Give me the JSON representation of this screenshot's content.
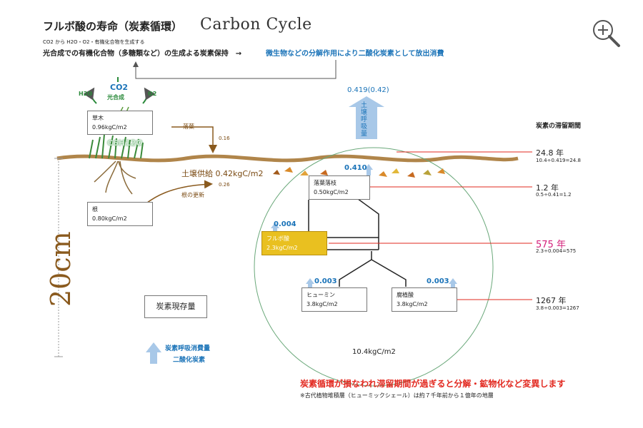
{
  "header": {
    "title": "フルボ酸の寿命（炭素循環）",
    "title_en": "Carbon Cycle",
    "line1": "CO2 から H2O・O2・有機化合物を生成する",
    "line2": "光合成での有機化合物（多糖類など）の生成よる炭素保持　→",
    "line2_blue": "微生物などの分解作用により二酸化炭素として放出消費"
  },
  "plant": {
    "co2": "CO2",
    "photosynthesis": "光合成",
    "h2o": "H2O",
    "o2": "O2",
    "sugar": "C6H12O",
    "grass_label": "草木",
    "grass_value": "0.96kgC/m2",
    "root_label": "根",
    "root_value": "0.80kgC/m2"
  },
  "flows": {
    "litterfall": "落葉",
    "litterfall_value": "0.16",
    "soil_supply": "土壌供給 0.42kgC/m2",
    "root_renewal": "根の更新",
    "root_renewal_value": "0.26",
    "soil_respiration_value": "0.419(0.42)",
    "soil_respiration_label": "土壌呼吸量",
    "litter_out": "0.410",
    "fulvic_out": "0.004",
    "humin_out": "0.003",
    "humic_out": "0.003"
  },
  "pools": {
    "litter_label": "落葉落枝",
    "litter_value": "0.50kgC/m2",
    "fulvic_label": "フルボ酸",
    "fulvic_value": "2.3kgC/m2",
    "humin_label": "ヒューミン",
    "humin_value": "3.8kgC/m2",
    "humic_label": "腐植酸",
    "humic_value": "3.8kgC/m2",
    "total": "10.4kgC/m2"
  },
  "residence": {
    "heading": "炭素の滞留期間",
    "rows": [
      {
        "years": "24.8 年",
        "calc": "10.4÷0.419=24.8"
      },
      {
        "years": "1.2 年",
        "calc": "0.5÷0.41=1.2"
      },
      {
        "years": "575 年",
        "calc": "2.3÷0.004=575"
      },
      {
        "years": "1267 年",
        "calc": "3.8÷0.003=1267"
      }
    ]
  },
  "legend": {
    "stock": "炭素現存量",
    "arrow_label1": "炭素呼吸消費量",
    "arrow_label2": "二酸化炭素"
  },
  "depth": "20cm",
  "footer": {
    "warning": "炭素循環が損なわれ滞留期間が過ぎると分解・鉱物化など変異します",
    "note": "※古代植物堆積層（ヒューミックシェール）は約７千年前から１億年の地層"
  },
  "colors": {
    "blue_text": "#1a73b8",
    "green_text": "#2a8a3a",
    "brown_soil": "#a77a3a",
    "red_lines": "#e2281f",
    "pink": "#d4207a",
    "arrow_blue": "#a8c8e8",
    "fulvic_fill": "#e9c020"
  },
  "icons": [
    "zoom-in-icon",
    "up-arrow-icon",
    "down-arrow-icon"
  ]
}
